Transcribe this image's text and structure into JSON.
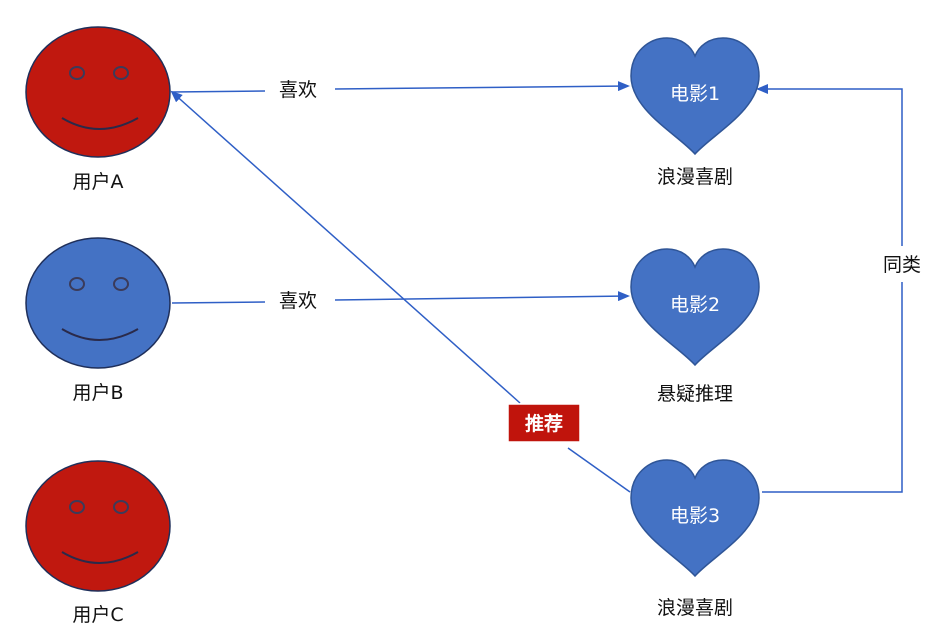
{
  "users": [
    {
      "label": "用户A",
      "color": "#c0180f"
    },
    {
      "label": "用户B",
      "color": "#4472c4"
    },
    {
      "label": "用户C",
      "color": "#c0180f"
    }
  ],
  "movies": [
    {
      "title": "电影1",
      "genre": "浪漫喜剧"
    },
    {
      "title": "电影2",
      "genre": "悬疑推理"
    },
    {
      "title": "电影3",
      "genre": "浪漫喜剧"
    }
  ],
  "relations": {
    "like_a": "喜欢",
    "like_b": "喜欢",
    "same_type": "同类",
    "recommend": "推荐"
  },
  "colors": {
    "arrow": "#2f5fc6",
    "heart": "#4472c4",
    "heart_stroke": "#2f5597",
    "face_stroke": "#1f2f5a",
    "recommend_bg": "#c0140c",
    "text": "#111111",
    "white": "#ffffff"
  }
}
